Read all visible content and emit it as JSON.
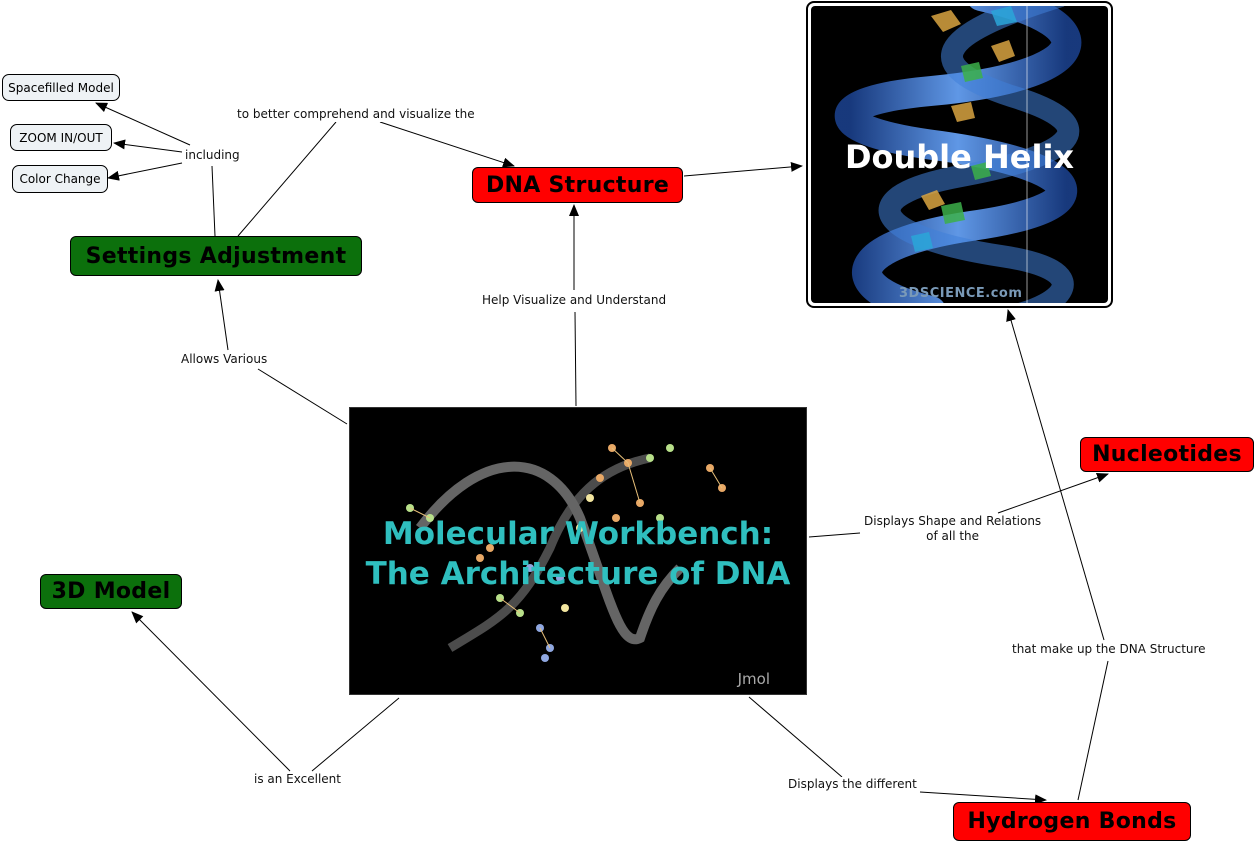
{
  "nodes": {
    "spacefilled": "Spacefilled Model",
    "zoom": "ZOOM IN/OUT",
    "color_change": "Color Change",
    "settings": "Settings Adjustment",
    "dna_structure": "DNA Structure",
    "model3d": "3D Model",
    "nucleotides": "Nucleotides",
    "hydrogen": "Hydrogen Bonds"
  },
  "images": {
    "helix_title": "Double Helix",
    "helix_watermark": "3DSCIENCE.com",
    "jmol_title_line1": "Molecular Workbench:",
    "jmol_title_line2": "The Architecture of DNA",
    "jmol_watermark": "Jmol"
  },
  "links": {
    "better": "to better comprehend and visualize the",
    "including": "including",
    "allows": "Allows Various",
    "help": "Help Visualize and Understand",
    "displays_shape_1": "Displays Shape and Relations",
    "displays_shape_2": "of all the",
    "make_up": "that make up the DNA Structure",
    "excellent": "is an Excellent",
    "displays_diff": "Displays the different"
  },
  "colors": {
    "green_node": "#0c700c",
    "red_node": "#ff0000",
    "small_node": "#eef2f5",
    "jmol_title": "#2fbfbf"
  }
}
